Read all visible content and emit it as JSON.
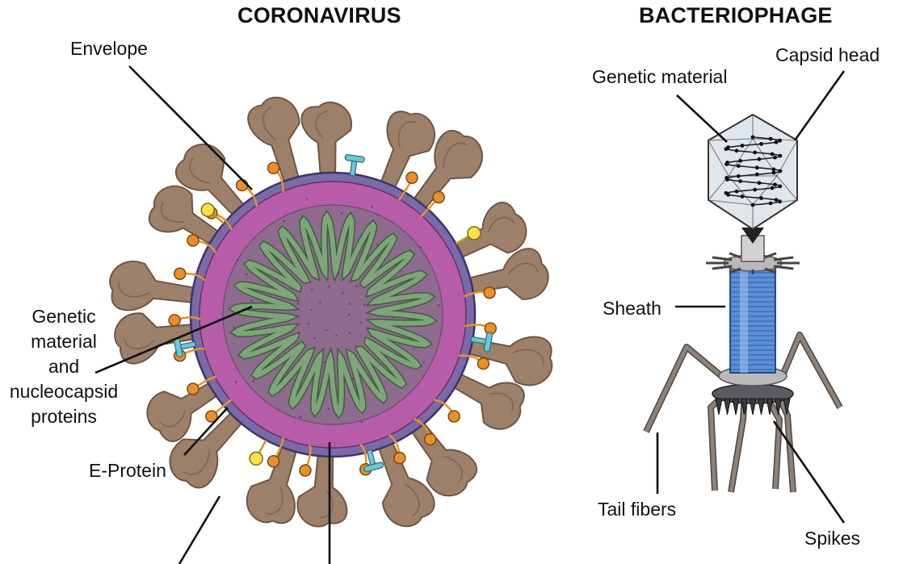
{
  "coronavirus": {
    "title": "CORONAVIRUS",
    "labels": {
      "envelope": "Envelope",
      "genetic": [
        "Genetic",
        "material",
        "and",
        "nucleocapsid",
        "proteins"
      ],
      "e_protein": "E-Protein"
    }
  },
  "bacteriophage": {
    "title": "BACTERIOPHAGE",
    "labels": {
      "genetic_material": "Genetic material",
      "capsid_head": "Capsid head",
      "sheath": "Sheath",
      "tail_fibers": "Tail fibers",
      "spikes": "Spikes"
    }
  },
  "colors": {
    "spike": "#9c806a",
    "spike_dark": "#6e5646",
    "envelope_outer": "#7a6aa8",
    "envelope_inner": "#b65ca8",
    "interior": "#8e6a8e",
    "rna": "#7ea57a",
    "m_protein": "#e8902c",
    "hemagglutinin": "#ffe04a",
    "e_protein": "#6cc6d6",
    "capsid": "#dfe7ec",
    "sheath": "#5b8fd6",
    "metal": "#b9b9bb",
    "fiber": "#8c8279"
  }
}
